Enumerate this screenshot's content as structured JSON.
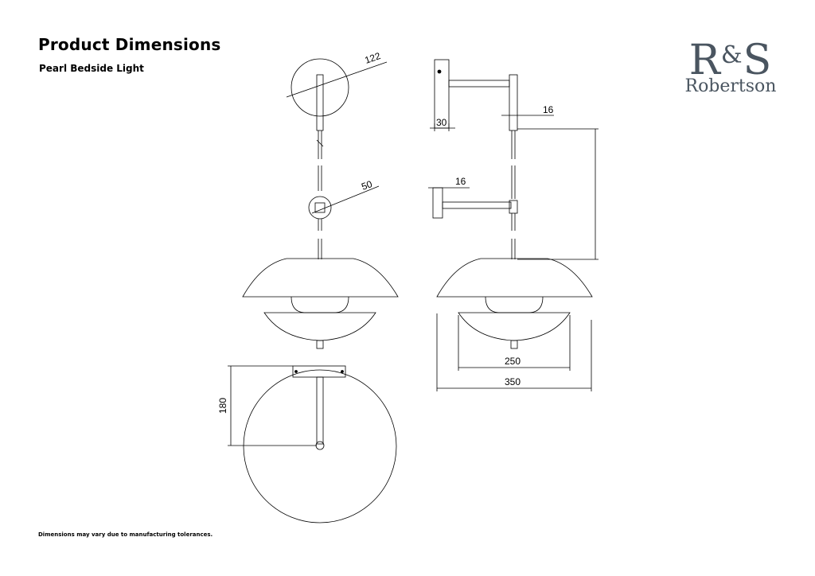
{
  "header": {
    "title": "Product Dimensions",
    "subtitle": "Pearl Bedside Light"
  },
  "footer": {
    "note": "Dimensions may vary due to manufacturing tolerances."
  },
  "logo": {
    "mark_left": "R",
    "mark_amp": "&",
    "mark_right": "S",
    "name": "Robertson",
    "color": "#4a5560"
  },
  "dimensions": {
    "backplate_diameter": "122",
    "joint_diameter": "50",
    "backplate_depth": "30",
    "upper_stem_width": "16",
    "lower_arm_width": "16",
    "height_span": "",
    "inner_shade_diameter": "250",
    "outer_shade_diameter": "350",
    "plan_offset": "180"
  }
}
